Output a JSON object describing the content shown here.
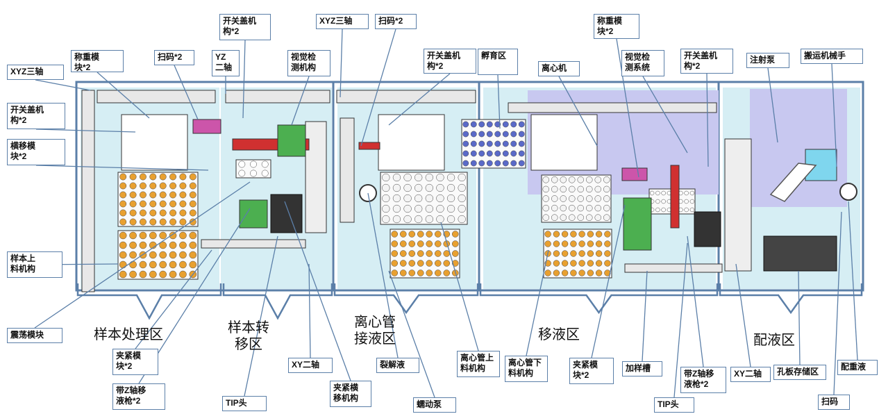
{
  "zones": [
    {
      "id": "sample_processing",
      "label": "样本处理区"
    },
    {
      "id": "sample_transfer",
      "label": "样本转\n移区"
    },
    {
      "id": "centrifuge_tube",
      "label": "离心管\n接液区"
    },
    {
      "id": "pipetting",
      "label": "移液区"
    },
    {
      "id": "dispensing",
      "label": "配液区"
    }
  ],
  "callouts": [
    {
      "id": "xyz_axis_left",
      "label": "XYZ三轴"
    },
    {
      "id": "weighing_left",
      "label": "称重模\n块*2"
    },
    {
      "id": "scan_left",
      "label": "扫码*2"
    },
    {
      "id": "yz_axis",
      "label": "YZ\n二轴"
    },
    {
      "id": "lid_opener_top_left",
      "label": "开关盖机\n构*2"
    },
    {
      "id": "vision_left",
      "label": "视觉检\n测机构"
    },
    {
      "id": "xyz_axis_mid",
      "label": "XYZ三轴"
    },
    {
      "id": "scan_mid",
      "label": "扫码*2"
    },
    {
      "id": "lid_opener_mid",
      "label": "开关盖机\n构*2"
    },
    {
      "id": "incubation",
      "label": "孵育区"
    },
    {
      "id": "centrifuge",
      "label": "离心机"
    },
    {
      "id": "weighing_right",
      "label": "称重模\n块*2"
    },
    {
      "id": "vision_right",
      "label": "视觉检\n测系统"
    },
    {
      "id": "lid_opener_right",
      "label": "开关盖机\n构*2"
    },
    {
      "id": "syringe_pump",
      "label": "注射泵"
    },
    {
      "id": "robot_arm",
      "label": "搬运机械手"
    },
    {
      "id": "lid_opener_left",
      "label": "开关盖机\n构*2"
    },
    {
      "id": "traverse_left",
      "label": "横移模\n块*2"
    },
    {
      "id": "sample_loading",
      "label": "样本上\n料机构"
    },
    {
      "id": "shaker",
      "label": "震荡模块"
    },
    {
      "id": "clamp_left",
      "label": "夹紧模\n块*2"
    },
    {
      "id": "z_pipette_left",
      "label": "带Z轴移\n液枪*2"
    },
    {
      "id": "tip_left",
      "label": "TIP头"
    },
    {
      "id": "xy_axis_mid",
      "label": "XY二轴"
    },
    {
      "id": "clamp_traverse",
      "label": "夹紧横\n移机构"
    },
    {
      "id": "lysis",
      "label": "裂解液"
    },
    {
      "id": "peristaltic",
      "label": "蠕动泵"
    },
    {
      "id": "tube_loading",
      "label": "离心管上\n料机构"
    },
    {
      "id": "tube_unloading",
      "label": "离心管下\n料机构"
    },
    {
      "id": "clamp_right",
      "label": "夹紧模\n块*2"
    },
    {
      "id": "sample_trough",
      "label": "加样槽"
    },
    {
      "id": "tip_right",
      "label": "TIP头"
    },
    {
      "id": "z_pipette_right",
      "label": "带Z轴移\n液枪*2"
    },
    {
      "id": "xy_axis_right",
      "label": "XY二轴"
    },
    {
      "id": "plate_storage",
      "label": "孔板存储区"
    },
    {
      "id": "scan_right",
      "label": "扫码"
    },
    {
      "id": "weigh_liquid",
      "label": "配重液"
    }
  ],
  "colors": {
    "frame": "#5b7fa8",
    "zone_fill": "#d6eef4",
    "tray_orange": "#e8a030",
    "tray_white": "#f4f4f4",
    "plate_blue": "#3a4a9c",
    "magenta": "#cc55aa",
    "green": "#4caf50",
    "red": "#d03030",
    "purple_zone": "#c8c8f0"
  }
}
